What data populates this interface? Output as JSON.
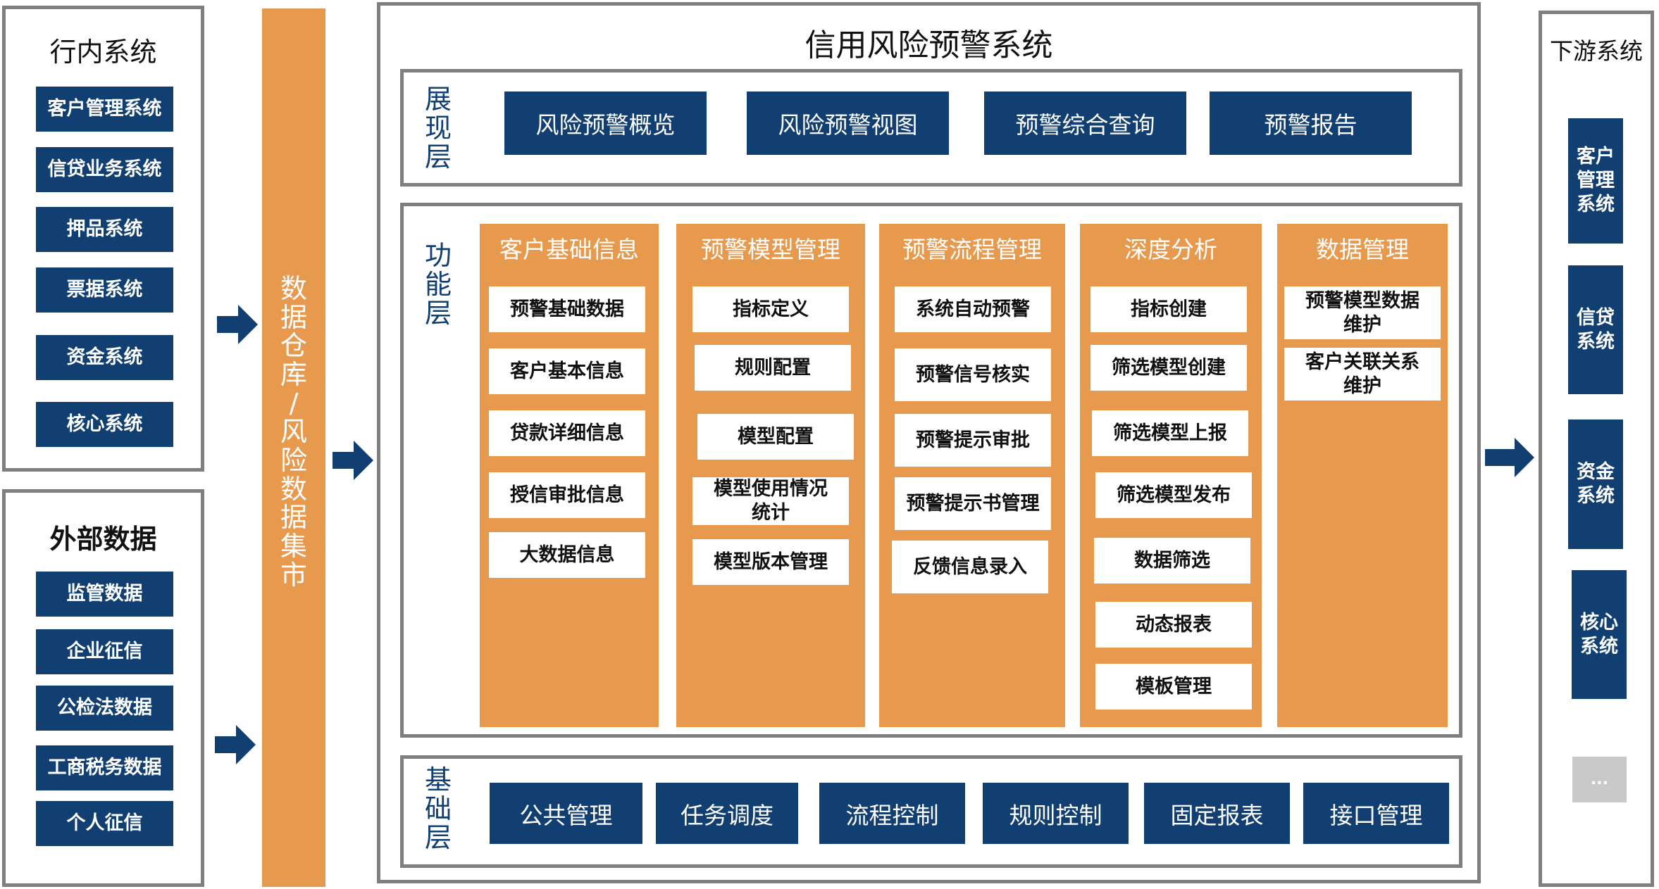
{
  "internal": {
    "title": "行内系统",
    "items": [
      "客户管理系统",
      "信贷业务系统",
      "押品系统",
      "票据系统",
      "资金系统",
      "核心系统"
    ]
  },
  "external": {
    "title": "外部数据",
    "items": [
      "监管数据",
      "企业征信",
      "公检法数据",
      "工商税务数据",
      "个人征信"
    ]
  },
  "warehouse": {
    "label": [
      "数",
      "据",
      "仓",
      "库",
      "/",
      "风",
      "险",
      "数",
      "据",
      "集",
      "市"
    ]
  },
  "main": {
    "title": "信用风险预警系统",
    "presentation": {
      "label": [
        "展",
        "现",
        "层"
      ],
      "items": [
        "风险预警概览",
        "风险预警视图",
        "预警综合查询",
        "预警报告"
      ]
    },
    "function": {
      "label": [
        "功",
        "能",
        "层"
      ],
      "columns": [
        {
          "title": "客户基础信息",
          "items": [
            "预警基础数据",
            "客户基本信息",
            "贷款详细信息",
            "授信审批信息",
            "大数据信息"
          ]
        },
        {
          "title": "预警模型管理",
          "items": [
            "指标定义",
            "规则配置",
            "模型配置",
            "模型使用情况统计",
            "模型版本管理"
          ]
        },
        {
          "title": "预警流程管理",
          "items": [
            "系统自动预警",
            "预警信号核实",
            "预警提示审批",
            "预警提示书管理",
            "反馈信息录入"
          ]
        },
        {
          "title": "深度分析",
          "items": [
            "指标创建",
            "筛选模型创建",
            "筛选模型上报",
            "筛选模型发布",
            "数据筛选",
            "动态报表",
            "模板管理"
          ]
        },
        {
          "title": "数据管理",
          "items": [
            "预警模型数据维护",
            "客户关联关系维护"
          ]
        }
      ]
    },
    "foundation": {
      "label": [
        "基",
        "础",
        "层"
      ],
      "items": [
        "公共管理",
        "任务调度",
        "流程控制",
        "规则控制",
        "固定报表",
        "接口管理"
      ]
    }
  },
  "downstream": {
    "title": "下游系统",
    "items": [
      "客户管理系统",
      "信贷系统",
      "资金系统",
      "核心系统"
    ],
    "more": "..."
  },
  "colors": {
    "navy": "#123f72",
    "orange": "#e79a4d",
    "frame": "#7f7f7f"
  }
}
